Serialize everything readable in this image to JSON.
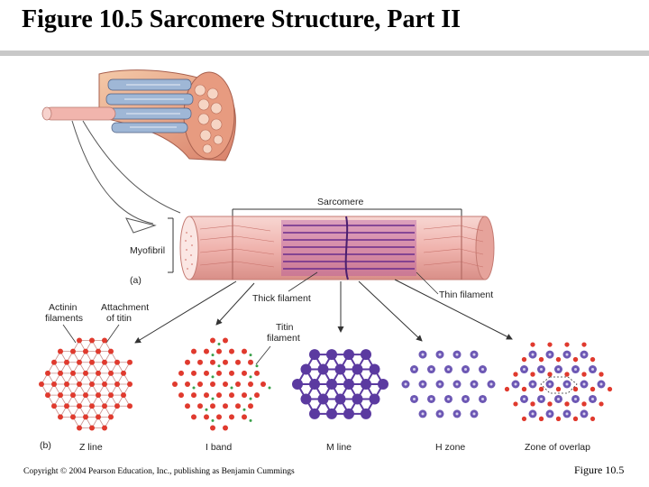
{
  "title": "Figure 10.5  Sarcomere Structure, Part II",
  "footer": {
    "copyright": "Copyright © 2004 Pearson Education, Inc., publishing as Benjamin Cummings",
    "figure_number": "Figure 10.5"
  },
  "labels": {
    "sarcomere": "Sarcomere",
    "myofibril": "Myofibril",
    "panel_a": "(a)",
    "panel_b": "(b)",
    "thick_filament": "Thick filament",
    "thin_filament": "Thin filament",
    "actinin_1": "Actinin",
    "actinin_2": "filaments",
    "titin_attach_1": "Attachment",
    "titin_attach_2": "of titin",
    "titin_1": "Titin",
    "titin_2": "filament"
  },
  "cross_sections": [
    {
      "key": "z_line",
      "label": "Z line"
    },
    {
      "key": "i_band",
      "label": "I band"
    },
    {
      "key": "m_line",
      "label": "M line"
    },
    {
      "key": "h_zone",
      "label": "H zone"
    },
    {
      "key": "overlap",
      "label": "Zone of overlap"
    }
  ],
  "colors": {
    "thin_filament": "#e03a2e",
    "thick_filament": "#5b3aa0",
    "titin": "#3aa04a",
    "myofibril": "#f2b9b4",
    "band": "#7a3fa8"
  }
}
